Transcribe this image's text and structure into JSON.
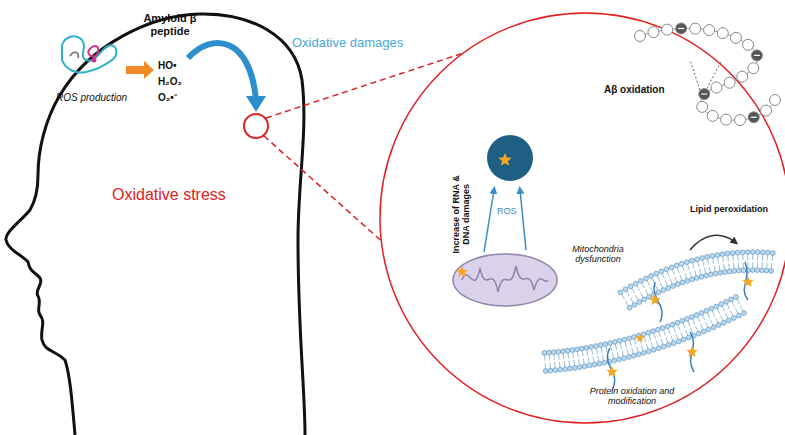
{
  "diagram": {
    "labels": [
      "Amyloid β peptide",
      "HO•",
      "H₂O₂",
      "O₂•⁻",
      "ROS production",
      "Oxidative damages",
      "Oxidative stress",
      "Aβ oxidation",
      "Increase of RNA & DNA damages",
      "ROS",
      "Mitochondria dysfunction",
      "Lipid peroxidation",
      "Protein oxidation and modification"
    ]
  }
}
